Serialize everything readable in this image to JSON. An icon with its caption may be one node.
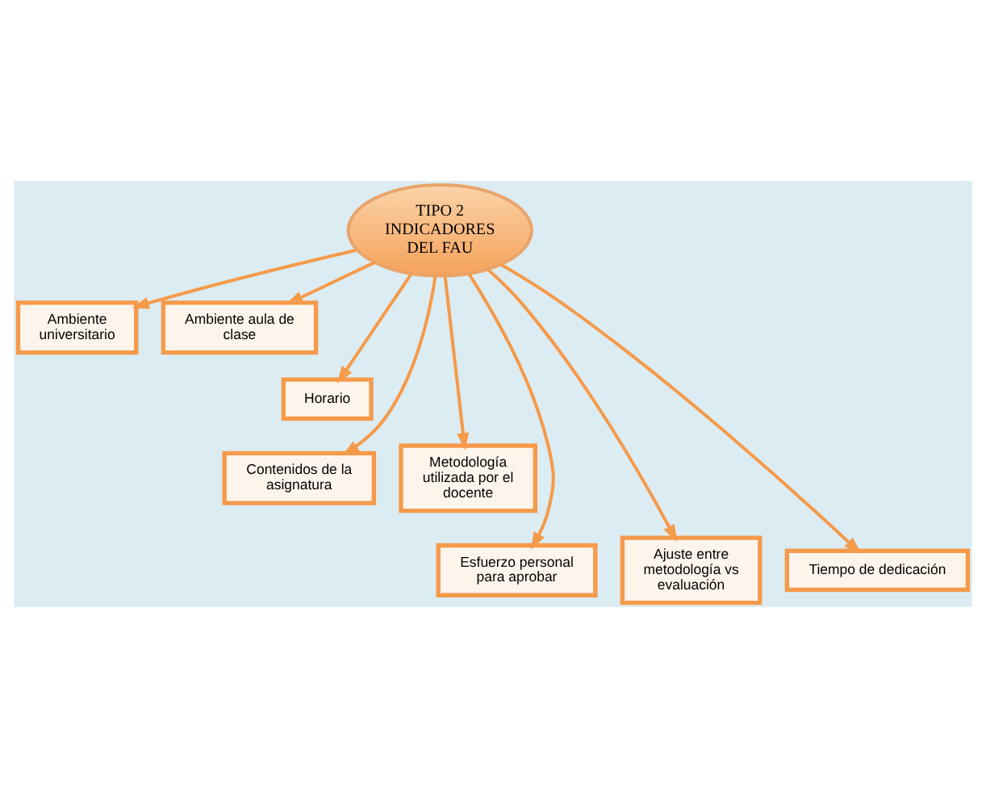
{
  "diagram": {
    "nodes": [
      {
        "text": [
          "TIPO 2 INDICADORES DEL FAU"
        ]
      },
      {
        "text": [
          "Ambiente universitario"
        ]
      },
      {
        "text": [
          "Ambiente aula de clase"
        ]
      },
      {
        "text": [
          "Horario"
        ]
      },
      {
        "text": [
          "Contenidos de la asignatura"
        ]
      },
      {
        "text": [
          "Metodología utilizada por el docente"
        ]
      },
      {
        "text": [
          "Esfuerzo personal para aprobar"
        ]
      },
      {
        "text": [
          "Ajuste entre metodología vs evaluación"
        ]
      },
      {
        "text": [
          "Tiempo de dedicación"
        ]
      }
    ],
    "edges": [
      {
        "from": 0,
        "to": 1,
        "arrow": "to"
      },
      {
        "from": 0,
        "to": 6,
        "arrow": "to"
      },
      {
        "from": 0,
        "to": 4,
        "arrow": "to"
      },
      {
        "from": 0,
        "to": 7,
        "arrow": "to"
      },
      {
        "from": 0,
        "to": 3,
        "arrow": "to"
      },
      {
        "from": 0,
        "to": 8,
        "arrow": "to"
      },
      {
        "from": 0,
        "to": 5,
        "arrow": "to"
      },
      {
        "from": 0,
        "to": 2,
        "arrow": "to"
      }
    ]
  }
}
